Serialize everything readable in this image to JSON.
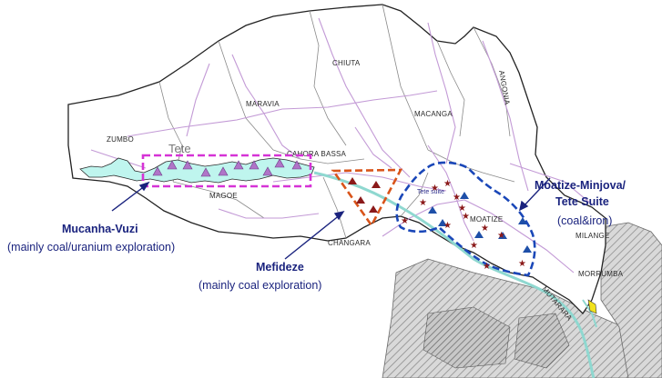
{
  "map": {
    "province_label": "Tete",
    "district_labels": {
      "zumbo": "ZUMBO",
      "maravia": "MARAVIA",
      "chiuta": "CHIUTA",
      "angonia": "ANGONIA",
      "macanga": "MACANGA",
      "cahora_bassa": "CAHORA BASSA",
      "magoe": "MAGOE",
      "changara": "CHANGARA",
      "moatize": "MOATIZE",
      "milange": "MILANGE",
      "morrumbala": "MORRUMBA",
      "mutarara": "MUTARARA"
    },
    "inner_label": "Tete suite",
    "colors": {
      "land": "#ffffff",
      "outline": "#222222",
      "roads": "#c39ad6",
      "district_borders": "#8a8a8a",
      "reservoir": "#bff5ee",
      "hatched_region": "#bdbdbd",
      "zone_mucanha": "#d633d6",
      "zone_mefideze": "#d9541a",
      "zone_moatize": "#1a47b8",
      "marker_purple": "#b074c8",
      "marker_darkred": "#8b1a1a",
      "marker_blue": "#1e4fa8",
      "callout_text": "#1a237e"
    }
  },
  "zones": {
    "mucanha": {
      "title": "Mucanha-Vuzi",
      "subtitle": "(mainly coal/uranium exploration)"
    },
    "mefideze": {
      "title": "Mefideze",
      "subtitle": "(mainly coal exploration)"
    },
    "moatize": {
      "title_line1": "Moatize-Minjova/",
      "title_line2": "Tete Suite",
      "subtitle": "(coal&iron)"
    }
  }
}
